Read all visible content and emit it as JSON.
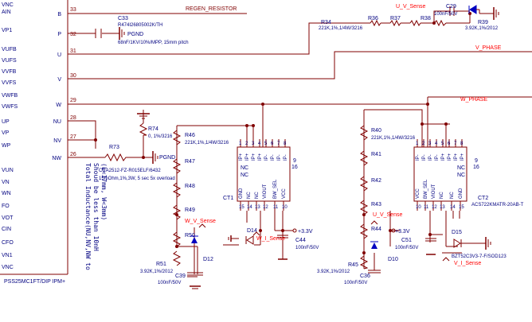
{
  "ipm": {
    "part": "PSS25MC1FT/DIP IPM+",
    "left_pins": [
      "VNC",
      "AIN",
      "VP1",
      "VUFB",
      "VUFS",
      "VVFB",
      "VVFS",
      "VWFB",
      "VWFS",
      "UP",
      "VP",
      "WP",
      "VUN",
      "VN",
      "WN",
      "FO",
      "VOT",
      "CIN",
      "CFO",
      "VN1",
      "VNC"
    ],
    "right_pins": [
      "B",
      "P",
      "U",
      "V",
      "W",
      "NU",
      "NV",
      "NW"
    ]
  },
  "nets": [
    "REGEN_RESISTOR",
    "PGND",
    "U_V_Sense",
    "V_PHASE",
    "W_PHASE",
    "W_V_Sense",
    "W_I_Sense",
    "V_I_Sense",
    "+3.3V"
  ],
  "net_numbers": [
    "33",
    "32",
    "31",
    "30",
    "29",
    "28",
    "27",
    "26"
  ],
  "components": {
    "c33": {
      "ref": "C33",
      "part": "R474I26805002K/TH",
      "value": "68nF/1KV/10%/MPP, 15mm pitch"
    },
    "r34": {
      "ref": "R34",
      "value": "221K,1%,1/4W/3216"
    },
    "r36": {
      "ref": "R36"
    },
    "r37": {
      "ref": "R37"
    },
    "r38": {
      "ref": "R38"
    },
    "r39": {
      "ref": "R39",
      "value": "3.92K,1%/2012"
    },
    "c29": {
      "ref": "C29",
      "value": "100nF/50V"
    },
    "r73": {
      "ref": "R73",
      "part": "CRA2512-FZ-R015ELF/6432",
      "value": "15mOhm,1%,3W, 5 sec 5x overload"
    },
    "r74": {
      "ref": "R74",
      "value": "0, 1%/3216"
    },
    "r46": {
      "ref": "R46",
      "value": "221K,1%,1/4W/3216"
    },
    "r47": {
      "ref": "R47"
    },
    "r48": {
      "ref": "R48"
    },
    "r49": {
      "ref": "R49"
    },
    "r50": {
      "ref": "R50"
    },
    "r51": {
      "ref": "R51",
      "value": "3.92K,1%/2012"
    },
    "c39": {
      "ref": "C39",
      "value": "100nF/50V"
    },
    "d12": {
      "ref": "D12"
    },
    "d14": {
      "ref": "D14"
    },
    "c44": {
      "ref": "C44",
      "value": "100nF/50V"
    },
    "ct1": {
      "ref": "CT1"
    },
    "r40": {
      "ref": "R40",
      "value": "221K,1%,1/4W/3216"
    },
    "r41": {
      "ref": "R41"
    },
    "r42": {
      "ref": "R42"
    },
    "r43": {
      "ref": "R43"
    },
    "r44": {
      "ref": "R44"
    },
    "r45": {
      "ref": "R45",
      "value": "3.92K,1%/2012"
    },
    "c36": {
      "ref": "C36",
      "value": "100nF/50V"
    },
    "d10": {
      "ref": "D10"
    },
    "c51": {
      "ref": "C51",
      "value": "100nF/50V"
    },
    "d15": {
      "ref": "D15",
      "part": "BZT52C3V3-7-F/SOD123"
    },
    "ct2": {
      "ref": "CT2",
      "part": "ACS722KMATR-20AB-T"
    }
  },
  "sensor_pins": {
    "ip_plus": "IP+",
    "ip_minus": "IP-",
    "gnd": "GND",
    "nc": "NC",
    "viout": "VIOUT",
    "bw_sel": "BW_SEL",
    "vcc": "VCC",
    "top_nums": [
      "1",
      "2",
      "3",
      "4",
      "5",
      "6",
      "7",
      "8"
    ],
    "side_nums": [
      "9",
      "16"
    ],
    "ct1_bottom_nums": [
      "15",
      "14",
      "13",
      "12",
      "11",
      "10"
    ],
    "ct2_bottom_nums": [
      "10",
      "11",
      "12",
      "13",
      "14",
      "15"
    ]
  },
  "note": {
    "lines": [
      "Total Inductance(NU,NV,NW to",
      "Shoud be less than 10nH",
      "(L<17mm, W<3mm)"
    ]
  }
}
